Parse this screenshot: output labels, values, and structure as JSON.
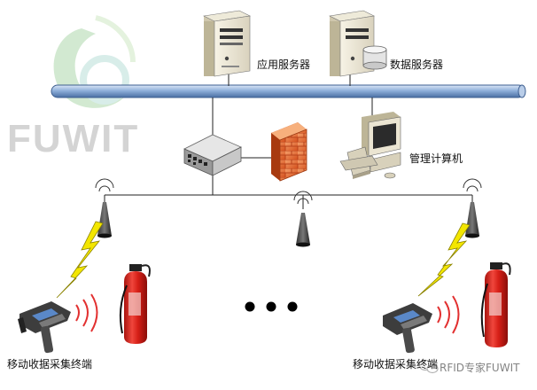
{
  "watermark": {
    "brand": "FUWIT",
    "footer": "RFID专家FUWIT"
  },
  "labels": {
    "app_server": "应用服务器",
    "data_server": "数据服务器",
    "mgmt_pc": "管理计算机",
    "terminal_left": "移动收据采集终端",
    "terminal_right": "移动收据采集终端"
  },
  "colors": {
    "bus": "#6e8fbf",
    "extinguisher": "#e42b22",
    "lightning": "#f3e600",
    "firewall": "#e8632a",
    "signal": "#e23030"
  },
  "icons": [
    "server-icon",
    "database-icon",
    "network-switch-icon",
    "firewall-icon",
    "desktop-computer-icon",
    "antenna-icon",
    "lightning-icon",
    "handheld-terminal-icon",
    "fire-extinguisher-icon",
    "signal-waves-icon",
    "ellipsis-icon",
    "wechat-icon"
  ]
}
